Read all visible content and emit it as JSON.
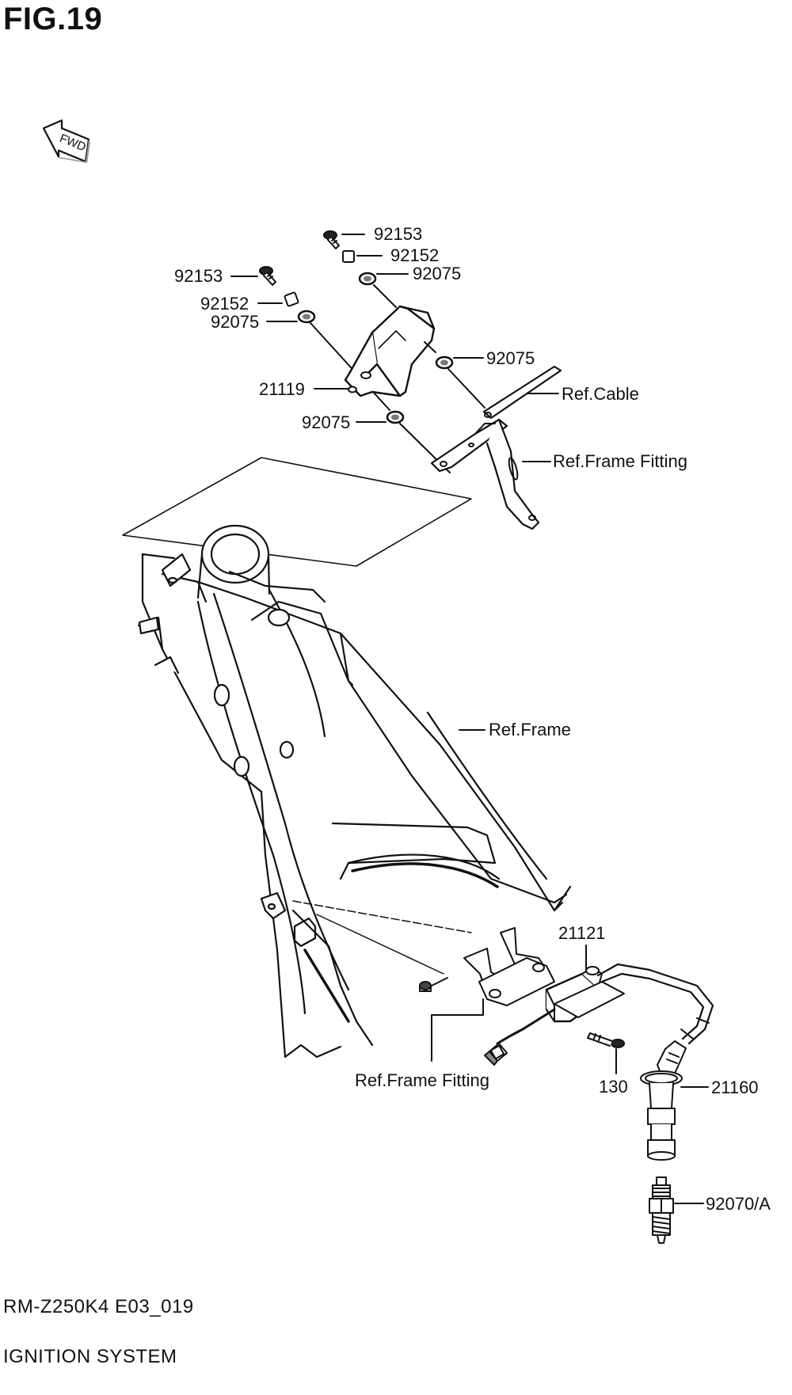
{
  "figure": {
    "title": "FIG.19",
    "fwd_arrow_text": "FWD"
  },
  "parts": {
    "screw_upper": "92153",
    "spacer_upper": "92152",
    "grommet_upper": "92075",
    "screw_left": "92153",
    "spacer_left": "92152",
    "grommet_left": "92075",
    "grommet_right": "92075",
    "cdi_unit": "21119",
    "grommet_lower": "92075",
    "ref_cable": "Ref.Cable",
    "ref_frame_fitting_upper": "Ref.Frame Fitting",
    "ref_frame": "Ref.Frame",
    "ignition_coil": "21121",
    "ref_frame_fitting_lower": "Ref.Frame Fitting",
    "bolt": "130",
    "plug_cap": "21160",
    "spark_plug": "92070/A"
  },
  "footer": {
    "code": "RM-Z250K4 E03_019",
    "name": "IGNITION SYSTEM"
  }
}
